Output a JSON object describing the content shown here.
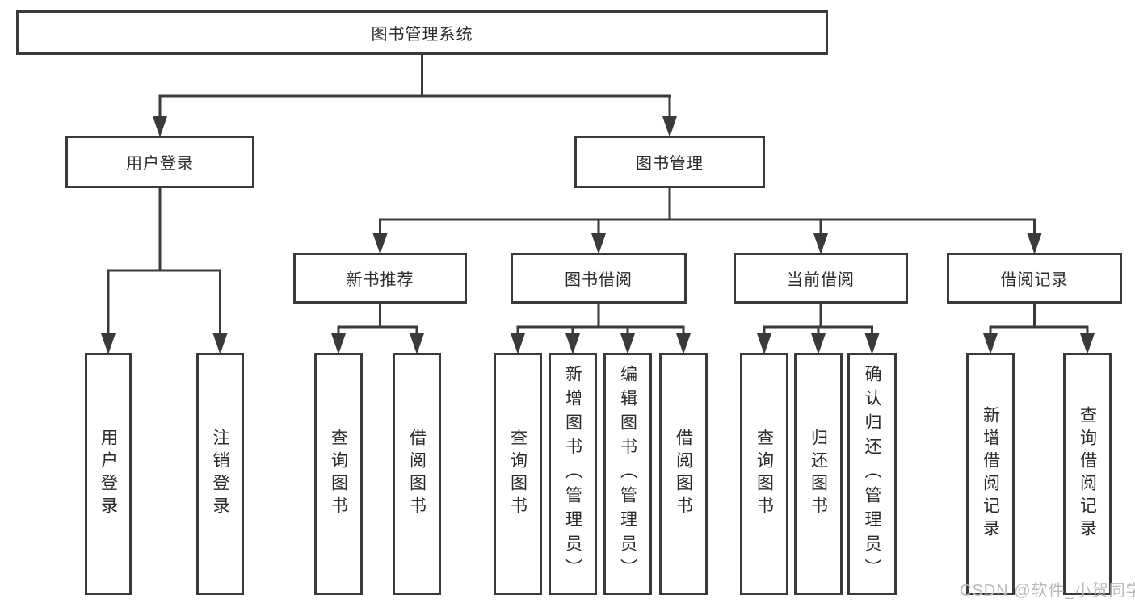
{
  "diagram_title": "图书管理系统",
  "tree": {
    "root": {
      "label": "图书管理系统"
    },
    "level2": [
      {
        "label": "用户登录"
      },
      {
        "label": "图书管理"
      }
    ],
    "level3": [
      {
        "label": "新书推荐"
      },
      {
        "label": "图书借阅"
      },
      {
        "label": "当前借阅"
      },
      {
        "label": "借阅记录"
      }
    ],
    "leaves": {
      "user_login": [
        {
          "label": "用户登录"
        },
        {
          "label": "注销登录"
        }
      ],
      "new_book_recommend": [
        {
          "label": "查询图书"
        },
        {
          "label": "借阅图书"
        }
      ],
      "book_borrow": [
        {
          "label": "查询图书"
        },
        {
          "label": "新增图书（管理员）"
        },
        {
          "label": "编辑图书（管理员）"
        },
        {
          "label": "借阅图书"
        }
      ],
      "current_borrow": [
        {
          "label": "查询图书"
        },
        {
          "label": "归还图书"
        },
        {
          "label": "确认归还（管理员）"
        }
      ],
      "borrow_records": [
        {
          "label": "新增借阅记录"
        },
        {
          "label": "查询借阅记录"
        }
      ]
    }
  },
  "watermark": "CSDN @软件_小贺同学",
  "colors": {
    "line": "#3a3a3a",
    "text": "#2b2b2b",
    "watermark": "#b9b9b9",
    "background": "#ffffff"
  }
}
